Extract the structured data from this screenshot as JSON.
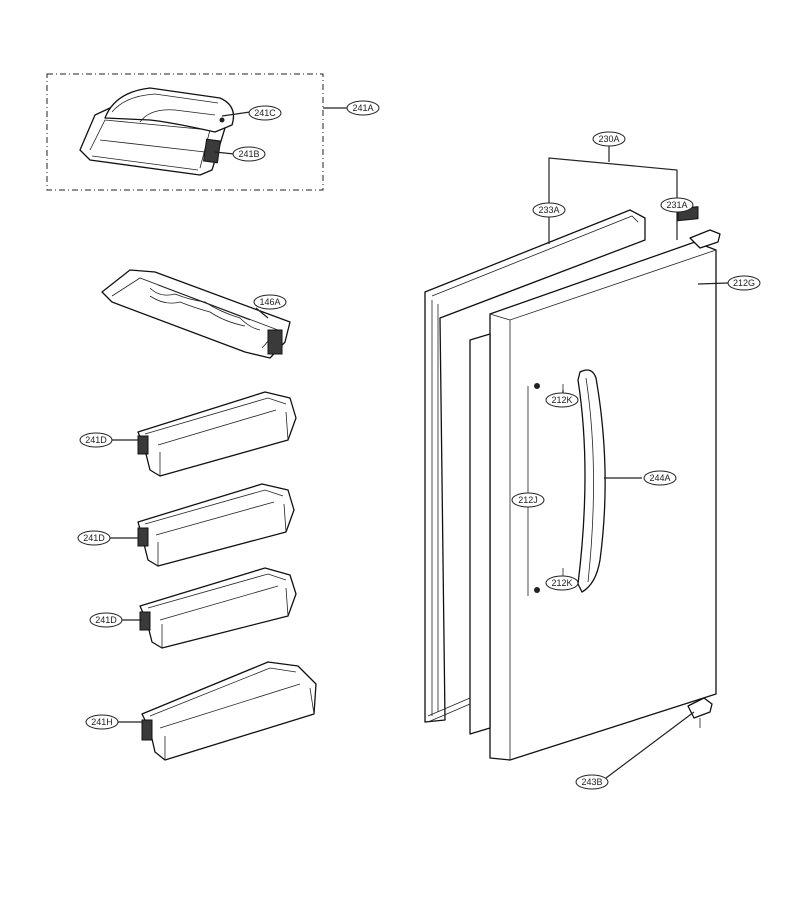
{
  "labels": {
    "assembly_241A": "241A",
    "part_241C": "241C",
    "part_241B": "241B",
    "part_146A": "146A",
    "basket_241D_1": "241D",
    "basket_241D_2": "241D",
    "basket_241D_3": "241D",
    "basket_241H": "241H",
    "part_230A": "230A",
    "part_233A": "233A",
    "part_231A": "231A",
    "part_212G": "212G",
    "part_212K_top": "212K",
    "part_212J": "212J",
    "part_244A": "244A",
    "part_212K_bottom": "212K",
    "part_243B": "243B"
  },
  "colors": {
    "line": "#222222",
    "fill": "#ffffff",
    "shade": "#3a3a3a"
  }
}
